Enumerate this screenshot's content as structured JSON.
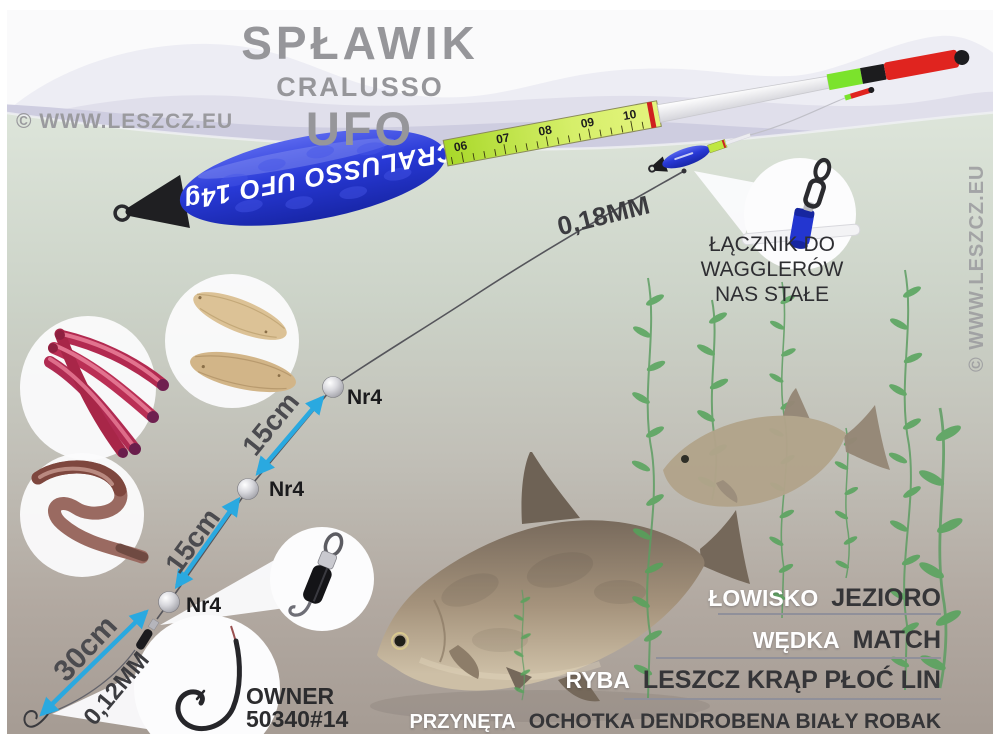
{
  "title": {
    "product": "SPŁAWIK",
    "brand": "CRALUSSO",
    "model": "UFO"
  },
  "watermarks": {
    "top_left": "© WWW.LESZCZ.EU",
    "right_side": "© WWW.LESZCZ.EU"
  },
  "float_device": {
    "brand_label": "CRALUSSO UFO 14g",
    "scale_numbers": [
      "06",
      "07",
      "08",
      "09",
      "10"
    ]
  },
  "connector_callout": {
    "lines": [
      "ŁĄCZNIK DO",
      "WAGGLERÓW",
      "NAS STAŁE"
    ]
  },
  "line_specs": {
    "main_line": "0,18MM",
    "hook_link": "0,12MM"
  },
  "measurements": {
    "upper": "15cm",
    "middle": "15cm",
    "lower": "30cm"
  },
  "shots": {
    "shot1": "Nr4",
    "shot2": "Nr4",
    "shot3": "Nr4"
  },
  "hook": {
    "brand": "OWNER",
    "model": "50340#14"
  },
  "info_panel": {
    "rows": [
      {
        "label": "ŁOWISKO",
        "value": "JEZIORO"
      },
      {
        "label": "WĘDKA",
        "value": "MATCH"
      },
      {
        "label": "RYBA",
        "value": "LESZCZ KRĄP PŁOĆ LIN"
      },
      {
        "label": "PRZYNĘTA",
        "value": "OCHOTKA DENDROBENA BIAŁY ROBAK"
      }
    ]
  },
  "colors": {
    "arrow_blue": "#2aa9e0",
    "float_blue": "#2536d4",
    "tip_red": "#e0241f",
    "tip_green": "#7be32c",
    "scale_green": "#c6e83d",
    "title_gray": "#96969a"
  }
}
